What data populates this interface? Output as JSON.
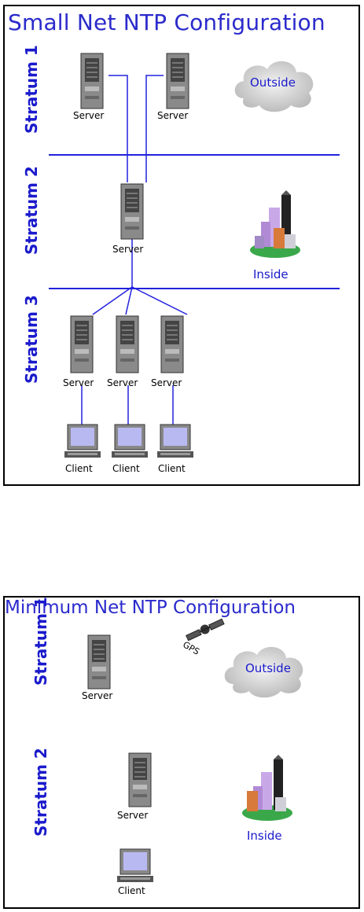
{
  "diagram1": {
    "title": "Small Net NTP Configuration",
    "strata": [
      "Stratum 1",
      "Stratum 2",
      "Stratum 3"
    ],
    "outside_label": "Outside",
    "inside_label": "Inside",
    "server_label": "Server",
    "client_label": "Client"
  },
  "diagram2": {
    "title": "Minimum Net NTP Configuration",
    "strata": [
      "Stratum 1",
      "Stratum 2"
    ],
    "gps_label": "GPS",
    "outside_label": "Outside",
    "inside_label": "Inside",
    "server_label": "Server",
    "client_label": "Client"
  },
  "colors": {
    "line": "#2222dd",
    "label_blue": "#1a1acc"
  }
}
